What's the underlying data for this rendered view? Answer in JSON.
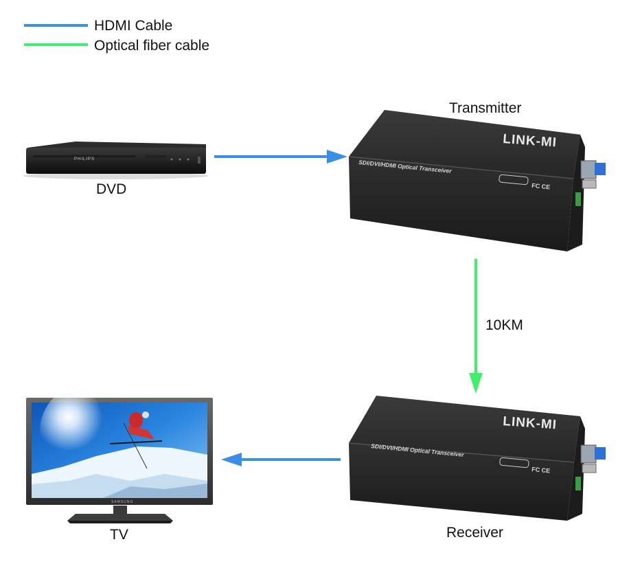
{
  "legend": {
    "hdmi": {
      "label": "HDMI Cable",
      "color": "#3a8ee6"
    },
    "fiber": {
      "label": "Optical fiber cable",
      "color": "#3ff06a"
    }
  },
  "devices": {
    "dvd": {
      "label": "DVD",
      "brand": "PHILIPS"
    },
    "transmitter": {
      "label": "Transmitter",
      "brand": "LINK-MI",
      "subtitle": "SDI/DVI/HDMI Optical Transceiver",
      "cert": "FC CE"
    },
    "receiver": {
      "label": "Receiver",
      "brand": "LINK-MI",
      "subtitle": "SDI/DVI/HDMI Optical Transceiver",
      "cert": "FC CE"
    },
    "tv": {
      "label": "TV",
      "brand": "SAMSUNG"
    }
  },
  "links": {
    "distance": "10KM"
  }
}
